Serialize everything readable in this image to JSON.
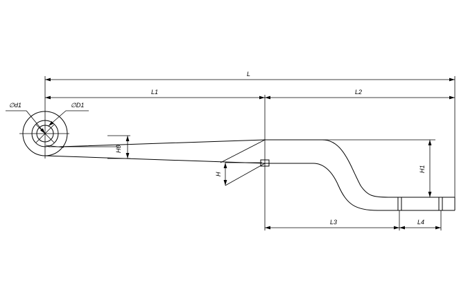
{
  "labels": {
    "L": "L",
    "L1": "L1",
    "L2": "L2",
    "L3": "L3",
    "L4": "L4",
    "H": "H",
    "H1": "H1",
    "H0": "H0",
    "d1": "∅d1",
    "D1": "∅D1"
  }
}
